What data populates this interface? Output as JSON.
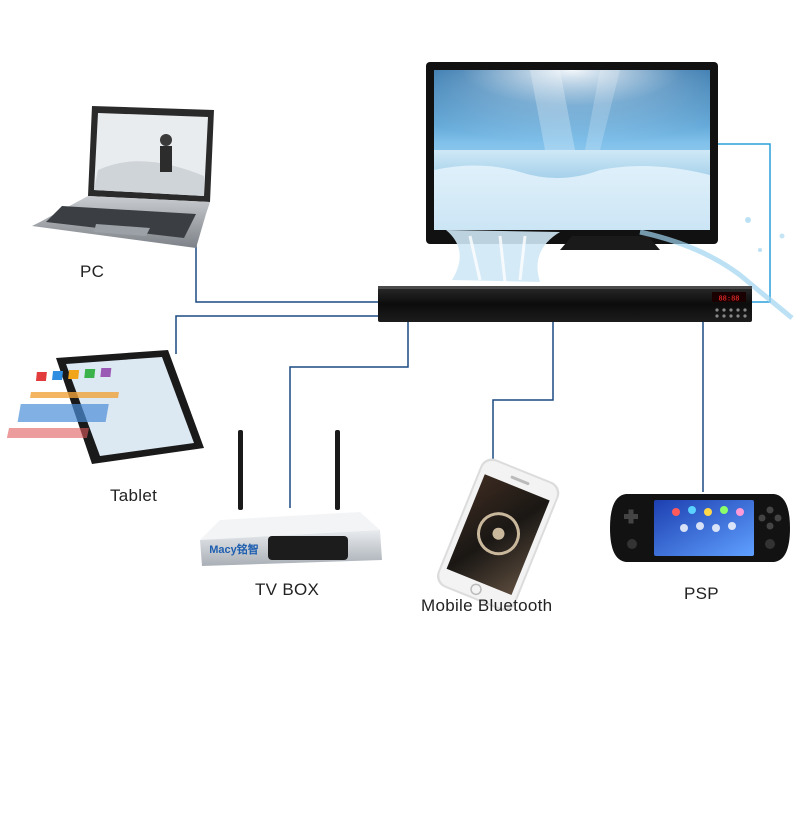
{
  "devices": {
    "pc": {
      "label": "PC"
    },
    "tablet": {
      "label": "Tablet"
    },
    "tvbox": {
      "label": "TV BOX",
      "brand_text": "Macy铭智"
    },
    "phone": {
      "label": "Mobile Bluetooth"
    },
    "psp": {
      "label": "PSP"
    }
  },
  "soundbar": {
    "display_text": "88:88"
  },
  "colors": {
    "connector": "#1b4a82",
    "tv_link": "#2aa0dc"
  }
}
